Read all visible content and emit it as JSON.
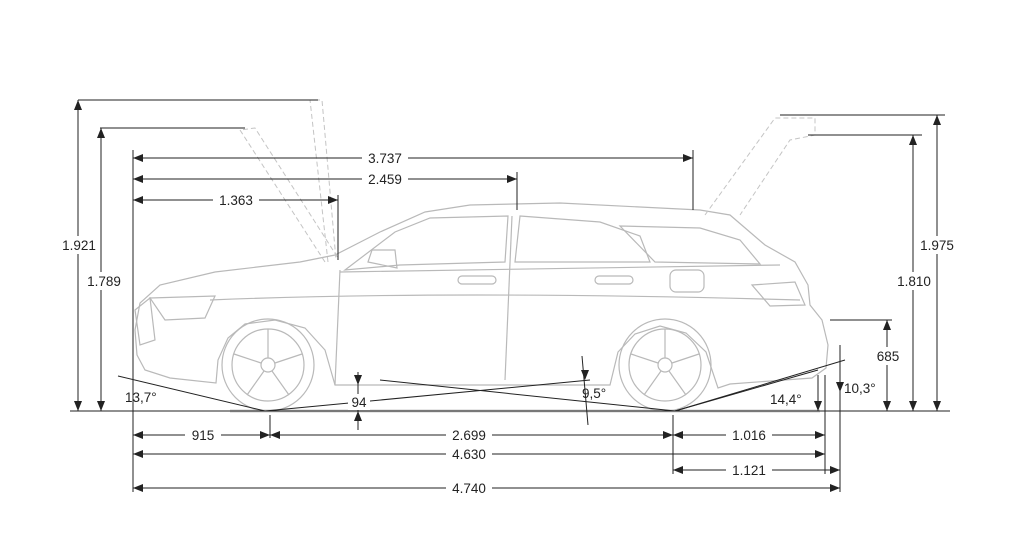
{
  "dimensions": {
    "length_to_c_pillar": "3.737",
    "wheelbase_upper": "2.459",
    "front_to_a_pillar": "1.363",
    "height_trunk_open": "1.921",
    "height_front_open": "1.789",
    "height_tailgate_open": "1.975",
    "height_tailgate_open_lower": "1.810",
    "load_sill_height": "685",
    "approach_angle": "13,7°",
    "ground_clearance": "94",
    "breakover_angle": "9,5°",
    "departure_angle": "14,4°",
    "rear_angle_hitch": "10,3°",
    "front_overhang": "915",
    "wheelbase": "2.699",
    "rear_overhang": "1.016",
    "overall_length": "4.630",
    "rear_overhang_hitch": "1.121",
    "overall_length_hitch": "4.740"
  },
  "colors": {
    "dimension_line": "#222222",
    "car_outline": "#b9b9b9"
  }
}
